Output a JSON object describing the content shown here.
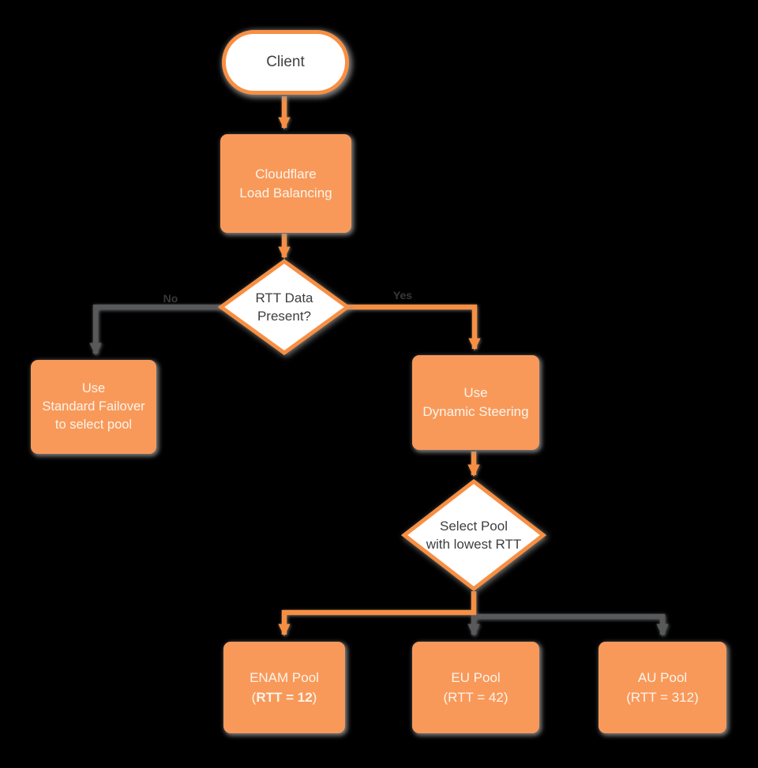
{
  "colors": {
    "background": "#000000",
    "node_fill": "#f8995a",
    "node_border": "#f78f43",
    "edge_orange": "#f78f43",
    "edge_gray": "#58595b",
    "decision_fill": "#ffffff",
    "node_text": "#fdf4e9",
    "dark_text": "#3d3e3f"
  },
  "nodes": {
    "client": {
      "label": "Client"
    },
    "cloudflare": {
      "line1": "Cloudflare",
      "line2": "Load Balancing"
    },
    "rtt_decision": {
      "line1": "RTT Data",
      "line2": "Present?"
    },
    "standard_failover": {
      "line1": "Use",
      "line2": "Standard Failover",
      "line3": "to select pool"
    },
    "dynamic_steering": {
      "line1": "Use",
      "line2": "Dynamic Steering"
    },
    "select_pool": {
      "line1": "Select Pool",
      "line2": "with lowest RTT"
    },
    "enam_pool": {
      "line1": "ENAM Pool",
      "line2_open": "(",
      "line2_bold": "RTT = 12",
      "line2_close": ")"
    },
    "eu_pool": {
      "line1": "EU Pool",
      "line2": "(RTT = 42)"
    },
    "au_pool": {
      "line1": "AU Pool",
      "line2": "(RTT = 312)"
    }
  },
  "edge_labels": {
    "no": "No",
    "yes": "Yes"
  }
}
